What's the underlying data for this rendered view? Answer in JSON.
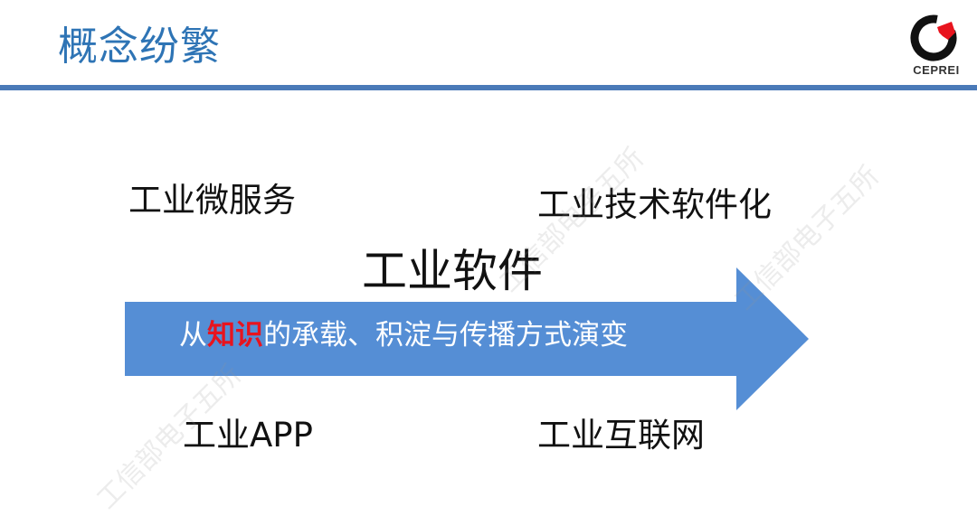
{
  "slide": {
    "title": "概念纷繁",
    "logo": {
      "text": "CEPREI",
      "icon": "ceprei-logo-icon",
      "colors": {
        "ring": "#111111",
        "accent": "#e8141e"
      }
    },
    "terms": {
      "top_left": "工业微服务",
      "top_right": "工业技术软件化",
      "center": "工业软件",
      "bottom_left": "工业APP",
      "bottom_right": "工业互联网"
    },
    "arrow": {
      "text_prefix": "从",
      "text_highlight": "知识",
      "text_suffix": "的承载、积淀与传播方式演变",
      "color": "#558ed5",
      "highlight_color": "#e8141e"
    },
    "watermark": "工信部电子五所",
    "colors": {
      "title": "#2e74b5",
      "rule": "#4a7ab8"
    }
  }
}
